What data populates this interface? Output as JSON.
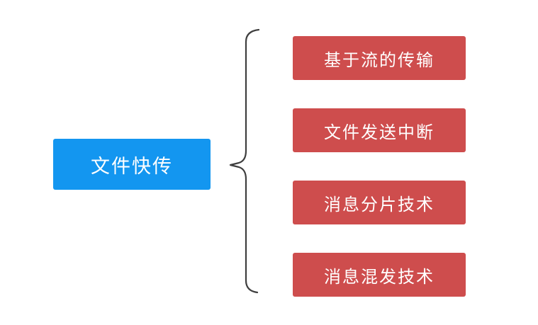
{
  "diagram": {
    "background": "#ffffff",
    "root": {
      "label": "文件快传",
      "fill": "#1396F0",
      "text_color": "#ffffff"
    },
    "connector": {
      "shape": "left-curly-brace",
      "color": "#3f3f3f"
    },
    "branch_style": {
      "fill": "#CE4D4D",
      "text_color": "#ffffff"
    },
    "branches": [
      {
        "label": "基于流的传输"
      },
      {
        "label": "文件发送中断"
      },
      {
        "label": "消息分片技术"
      },
      {
        "label": "消息混发技术"
      }
    ]
  }
}
